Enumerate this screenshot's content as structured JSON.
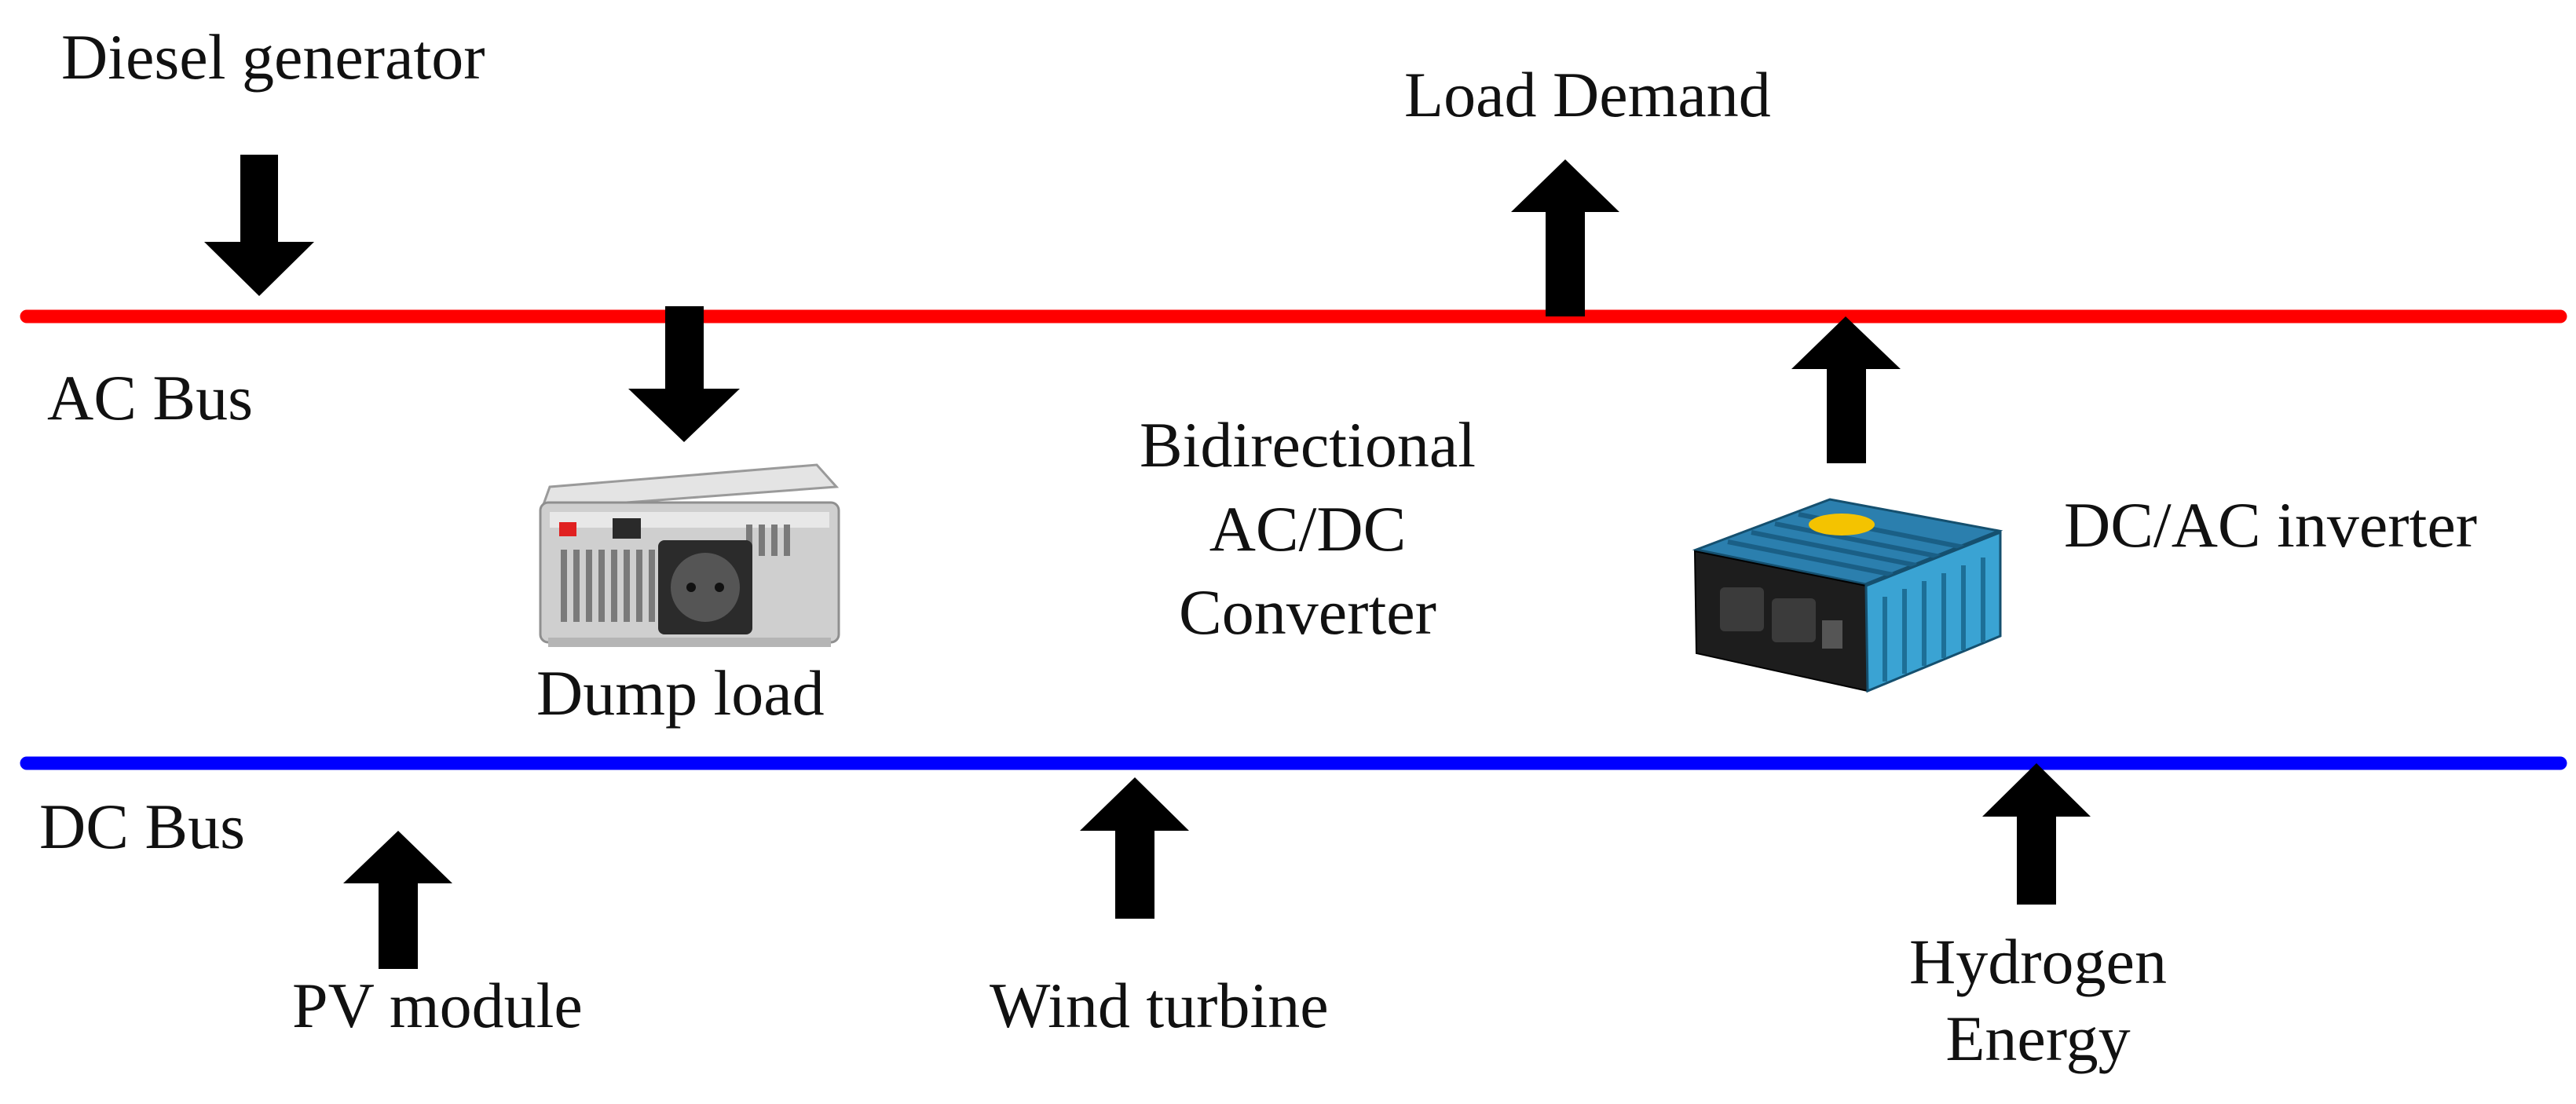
{
  "labels": {
    "diesel_generator": "Diesel generator",
    "load_demand": "Load Demand",
    "ac_bus": "AC Bus",
    "bidirectional_line1": "Bidirectional",
    "bidirectional_line2": "AC/DC",
    "bidirectional_line3": "Converter",
    "dc_ac_inverter": "DC/AC inverter",
    "dump_load": "Dump load",
    "dc_bus": "DC Bus",
    "pv_module": "PV module",
    "wind_turbine": "Wind turbine",
    "hydrogen_line1": "Hydrogen",
    "hydrogen_line2": "Energy"
  },
  "colors": {
    "ac_bus": "#ff0000",
    "dc_bus": "#0000ff",
    "arrow": "#000000",
    "dump_load_device": "#c9c9c9",
    "inverter_device": "#2f8fbf"
  },
  "icons": {
    "dump_load_device": "dump-load-device-icon",
    "inverter_device": "dc-ac-inverter-device-icon"
  }
}
